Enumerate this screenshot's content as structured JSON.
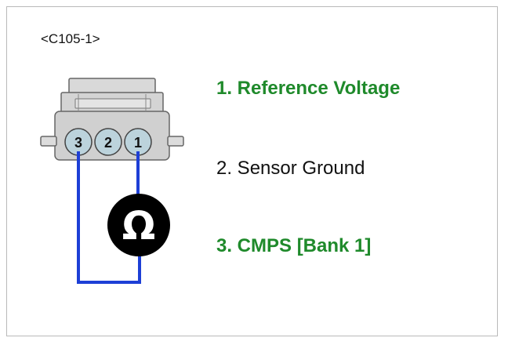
{
  "connector": {
    "label": "<C105-1>",
    "pins": [
      "3",
      "2",
      "1"
    ]
  },
  "meter": {
    "symbol": "Ω",
    "icon": "ohmmeter-icon"
  },
  "pin_descriptions": [
    {
      "text": "1. Reference Voltage",
      "highlight": true
    },
    {
      "text": "2. Sensor Ground",
      "highlight": false
    },
    {
      "text": "3. CMPS [Bank 1]",
      "highlight": true
    }
  ],
  "colors": {
    "highlight_text": "#1f8a2b",
    "normal_text": "#111111",
    "wire": "#1d3fd6",
    "pin_fill": "#bcd3dc",
    "connector_body": "#d9d9d9",
    "meter_fill": "#000000"
  }
}
